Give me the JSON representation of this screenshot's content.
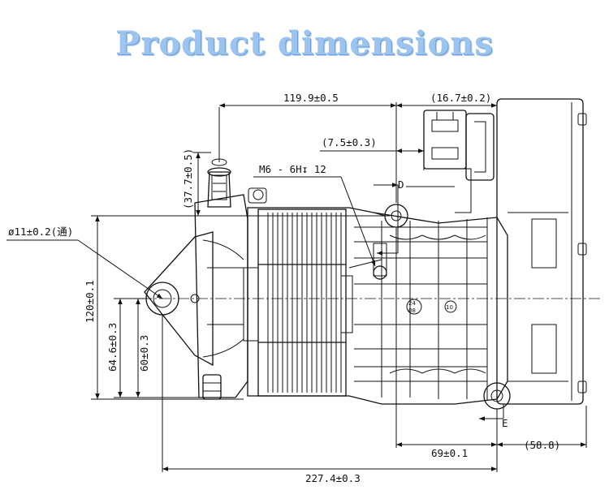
{
  "title": "Product dimensions",
  "dimensions": {
    "d1": "119.9±0.5",
    "d2": "(16.7±0.2)",
    "d3": "(7.5±0.3)",
    "d4": "M6 - 6H↧ 12",
    "d5": "(37.7±0.5)",
    "d6": "ø11±0.2(通)",
    "d7": "120±0.1",
    "d8": "64.6±0.3",
    "d9": "60±0.3",
    "d10": "69±0.1",
    "d11": "(58.8)",
    "d12": "227.4±0.3"
  },
  "section_labels": {
    "d": "D",
    "e": "E"
  },
  "boss_labels": {
    "b1_top": "24",
    "b1_bottom": "08",
    "b2": "10"
  }
}
